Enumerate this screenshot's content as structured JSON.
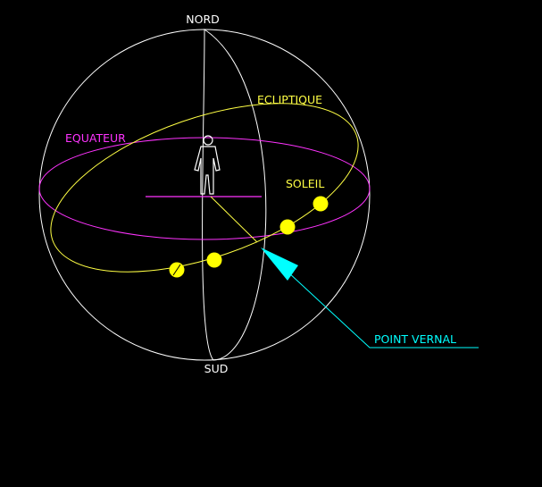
{
  "labels": {
    "north": "NORD",
    "south": "SUD",
    "ecliptic": "ECLIPTIQUE",
    "equator": "EQUATEUR",
    "sun": "SOLEIL",
    "vernal_point": "POINT VERNAL"
  },
  "colors": {
    "background": "#000000",
    "sphere": "#ffffff",
    "meridian": "#ffffff",
    "ecliptic": "#ffff44",
    "equator": "#ff33ff",
    "sun": "#ffff00",
    "vernal_point": "#00ffff",
    "observer": "#ffffff"
  },
  "icons": {
    "observer": "person-icon",
    "sun": "sun-icon",
    "vernal_arrow": "arrow-icon"
  }
}
